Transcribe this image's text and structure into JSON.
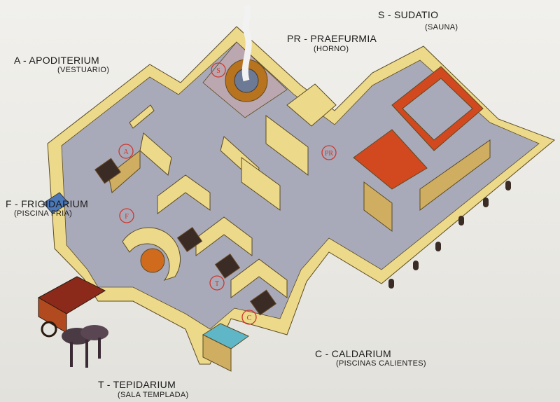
{
  "labels": {
    "apoditerium": {
      "name": "A - APODITERIUM",
      "sub": "(VESTUARIO)"
    },
    "sudatio": {
      "name": "S - SUDATIO",
      "sub": "(SAUNA)"
    },
    "praefurmia": {
      "name": "PR - PRAEFURMIA",
      "sub": "(HORNO)"
    },
    "frigidarium": {
      "name": "F - FRIGIDARIUM",
      "sub": "(PISCINA FRIA)"
    },
    "caldarium": {
      "name": "C - CALDARIUM",
      "sub": "(PISCINAS CALIENTES)"
    },
    "tepidarium": {
      "name": "T - TEPIDARIUM",
      "sub": "(SALA TEMPLADA)"
    }
  },
  "markers": {
    "s": "S",
    "a": "A",
    "pr": "PR",
    "f": "F",
    "t": "T",
    "c": "C"
  },
  "colors": {
    "marker": "#d0352a",
    "wall": "#ecd98a",
    "floor": "#a9aab9"
  }
}
